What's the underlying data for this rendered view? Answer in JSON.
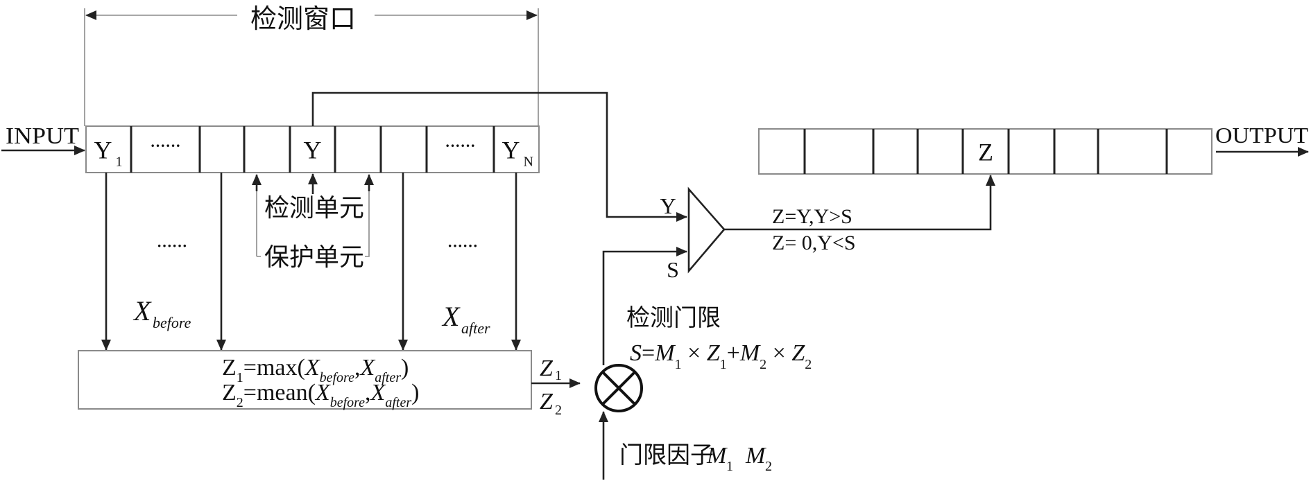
{
  "title": "CFAR detection block diagram",
  "labels": {
    "window": "检测窗口",
    "input": "INPUT",
    "output": "OUTPUT",
    "test_cell": "检测单元",
    "guard_cell": "保护单元",
    "dots": "······",
    "x_before_main": "X",
    "x_before_sub": "before",
    "x_after_main": "X",
    "x_after_sub": "after",
    "threshold_title": "检测门限",
    "threshold_formula": {
      "S": "S",
      "eq": "=",
      "M1": "M",
      "sub1": "1",
      "times1": " × ",
      "Z1": "Z",
      "sub_z1": "1",
      "plus": "+",
      "M2": "M",
      "sub2": "2",
      "times2": " × ",
      "Z2": "Z",
      "sub_z2": "2"
    },
    "factor_label": "门限因子",
    "factor_M1": "M",
    "factor_M1_sub": "1",
    "factor_M2": "M",
    "factor_M2_sub": "2",
    "comparator_in_y": "Y",
    "comparator_in_s": "S",
    "rule1": "Z=Y,Y>S",
    "rule2": "Z= 0,Y<S",
    "z1_out": "Z",
    "z1_out_sub": "1",
    "z2_out": "Z",
    "z2_out_sub": "2",
    "formula1": {
      "Z": "Z",
      "sub": "1",
      "fn": "=max(",
      "X1": "X",
      "s1": "before",
      "comma": ",",
      "X2": "X",
      "s2": "after",
      "close": ")"
    },
    "formula2": {
      "Z": "Z",
      "sub": "2",
      "fn": "=mean(",
      "X1": "X",
      "s1": "before",
      "comma": ",",
      "X2": "X",
      "s2": "after",
      "close": ")"
    }
  },
  "input_register": {
    "cells": [
      {
        "main": "Y",
        "sub": "1"
      },
      {
        "main": "······",
        "sub": ""
      },
      {
        "main": "",
        "sub": ""
      },
      {
        "main": "",
        "sub": ""
      },
      {
        "main": "Y",
        "sub": ""
      },
      {
        "main": "",
        "sub": ""
      },
      {
        "main": "",
        "sub": ""
      },
      {
        "main": "······",
        "sub": ""
      },
      {
        "main": "Y",
        "sub": "N"
      }
    ]
  },
  "output_register": {
    "cells": [
      "",
      "",
      "",
      "",
      "Z",
      "",
      "",
      "",
      ""
    ]
  }
}
